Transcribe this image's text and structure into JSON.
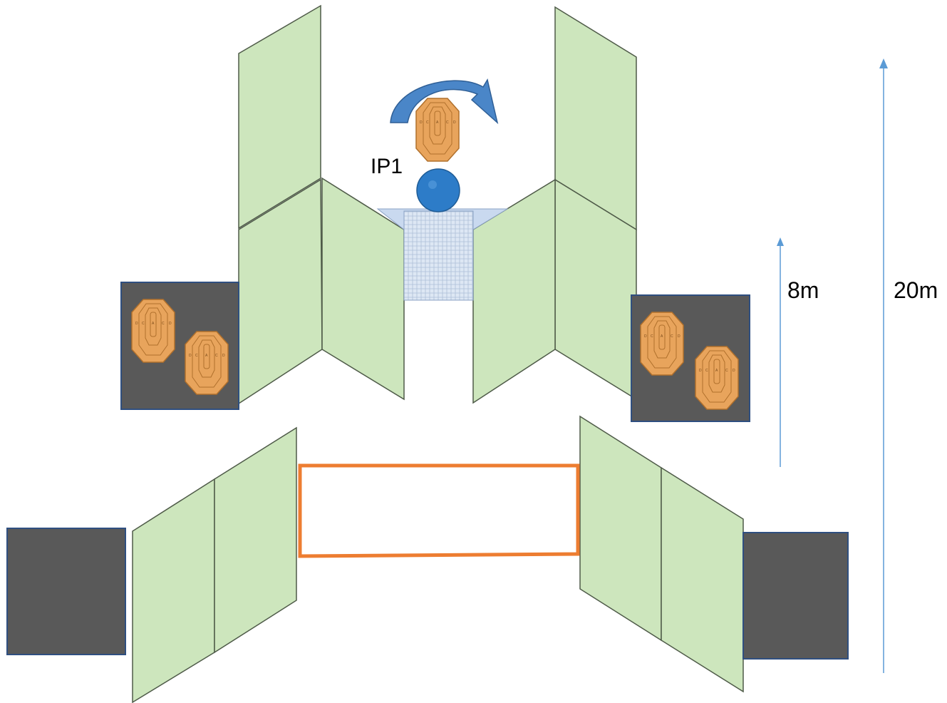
{
  "diagram": {
    "labels": {
      "ip1": "IP1",
      "dist_8m": "8m",
      "dist_20m": "20m"
    },
    "colors": {
      "wall_fill": "#cde6bd",
      "wall_stroke": "#4e5a48",
      "target_box_fill": "#595959",
      "target_box_stroke": "#2f4f80",
      "target_fill": "#e8a45c",
      "target_stroke": "#b0702c",
      "plate_fill": "#2d7cc8",
      "start_box_stroke": "#ed7d31",
      "arrow_color": "#5b9bd5",
      "mesh_fill": "#d7e3f4"
    },
    "elements": {
      "walls": "green-wall-panel",
      "target_boxes": "dark-target-box",
      "ipsc_targets": "ipsc-target",
      "steel_plate": "steel-plate",
      "start_box": "shooting-start-box",
      "rotation_arrow": "turn-arrow-icon"
    }
  }
}
